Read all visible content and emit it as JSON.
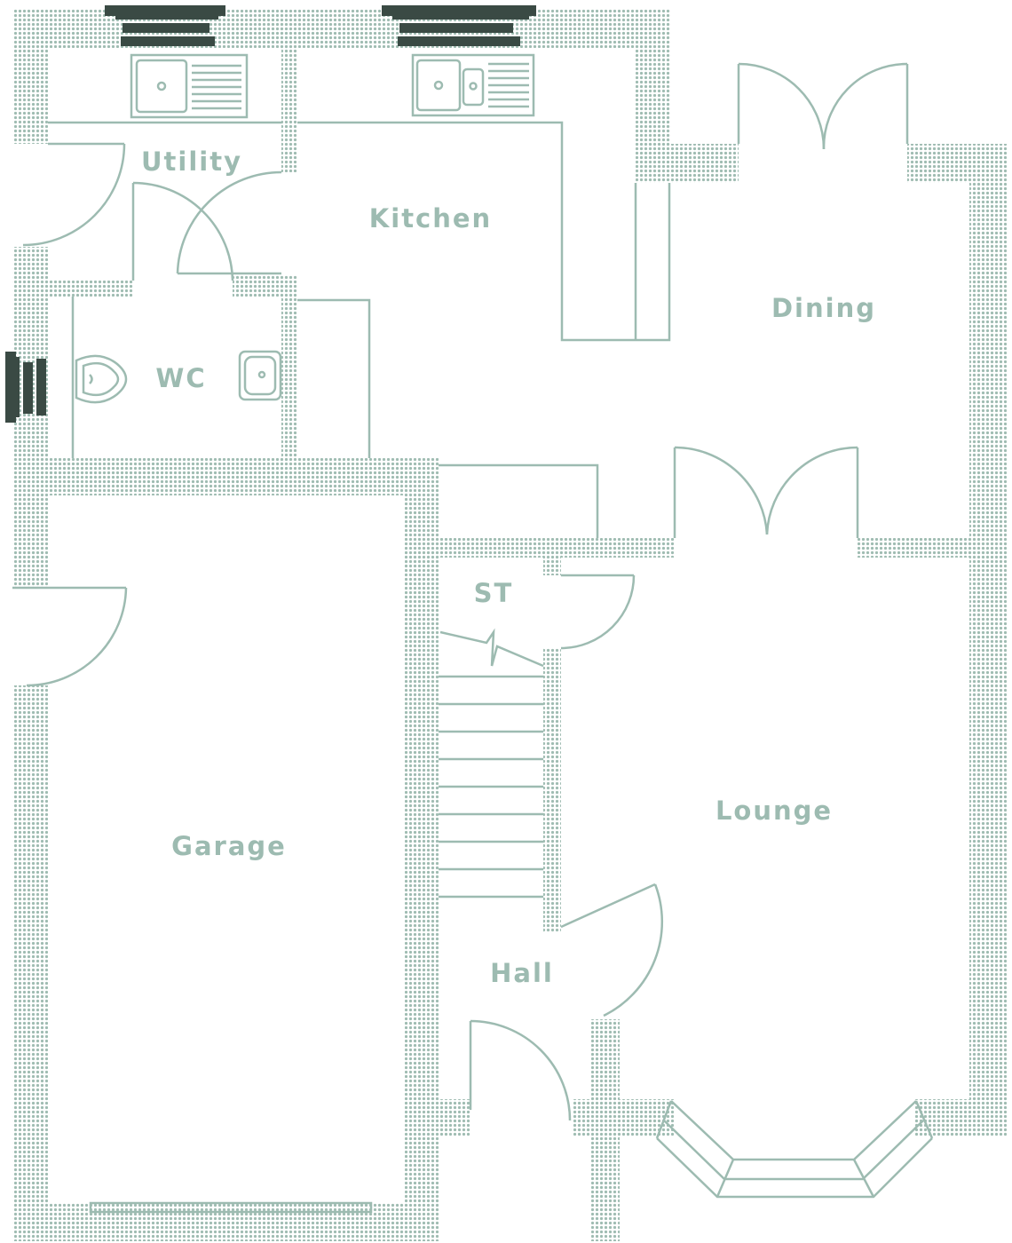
{
  "rooms": {
    "utility": "Utility",
    "kitchen": "Kitchen",
    "dining": "Dining",
    "wc": "WC",
    "st": "ST",
    "lounge": "Lounge",
    "garage": "Garage",
    "hall": "Hall"
  },
  "colors": {
    "line": "#9dbbb1",
    "wall_dot": "#9fbcb2",
    "label": "#9dbbb1",
    "radiator": "#3a4a44",
    "background": "#ffffff"
  },
  "icons": [
    "sink-icon",
    "toilet-icon",
    "basin-icon",
    "radiator-icon",
    "door-icon",
    "window-icon",
    "stairs-icon"
  ]
}
